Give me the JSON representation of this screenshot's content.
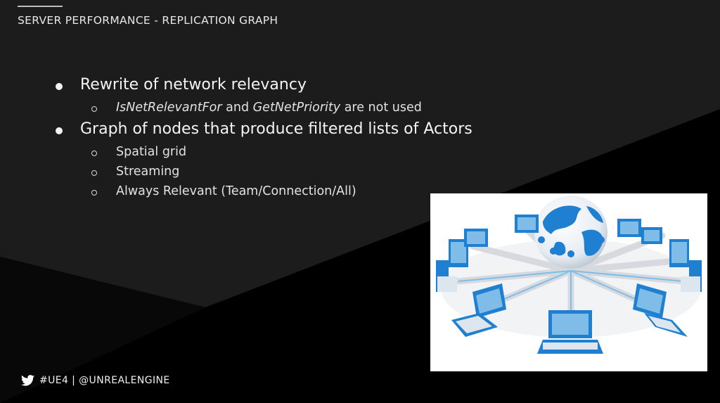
{
  "header": {
    "title": "SERVER PERFORMANCE - REPLICATION GRAPH"
  },
  "content": {
    "bullets": [
      {
        "text": "Rewrite of network relevancy",
        "children": [
          {
            "parts": [
              {
                "text": "IsNetRelevantFor",
                "italic": true
              },
              {
                "text": " and ",
                "italic": false
              },
              {
                "text": "GetNetPriority",
                "italic": true
              },
              {
                "text": " are not used",
                "italic": false
              }
            ]
          }
        ]
      },
      {
        "text": "Graph of nodes that produce filtered lists of Actors",
        "children": [
          {
            "text": "Spatial grid"
          },
          {
            "text": "Streaming"
          },
          {
            "text": "Always Relevant (Team/Connection/All)"
          }
        ]
      }
    ]
  },
  "image": {
    "subject": "network-globe-laptops",
    "colors": {
      "blue": "#1f7fd0",
      "light_blue": "#7fbde8",
      "grey": "#d9dde2"
    }
  },
  "footer": {
    "icon": "twitter-bird-icon",
    "text": "#UE4 | @UNREALENGINE"
  },
  "theme": {
    "background_dark": "#1c1c1c",
    "background_black": "#000000"
  }
}
